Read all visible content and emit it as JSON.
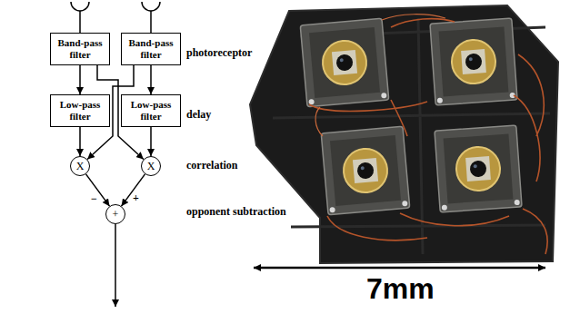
{
  "diagram": {
    "nodes": [
      {
        "text": [
          "Band-pass filter"
        ]
      },
      {
        "text": [
          "Band-pass filter"
        ]
      },
      {
        "text": [
          "Low-pass filter"
        ]
      },
      {
        "text": [
          "Low-pass filter"
        ]
      },
      {
        "text": [
          "X"
        ]
      },
      {
        "text": [
          "X"
        ]
      },
      {
        "text": [
          "+"
        ]
      }
    ],
    "edges": [
      {
        "from": 0,
        "to": 2,
        "arrow": "to"
      },
      {
        "from": 1,
        "to": 3,
        "arrow": "to"
      },
      {
        "from": 0,
        "to": 5,
        "arrow": "to"
      },
      {
        "from": 1,
        "to": 4,
        "arrow": "to"
      },
      {
        "from": 2,
        "to": 4,
        "arrow": "to"
      },
      {
        "from": 3,
        "to": 5,
        "arrow": "to"
      },
      {
        "from": 4,
        "to": 6,
        "arrow": "to"
      },
      {
        "from": 5,
        "to": 6,
        "arrow": "to"
      }
    ],
    "labels": [
      "photoreceptor",
      "delay",
      "correlation",
      "opponent subtraction",
      "−",
      "+",
      "7mm"
    ]
  }
}
